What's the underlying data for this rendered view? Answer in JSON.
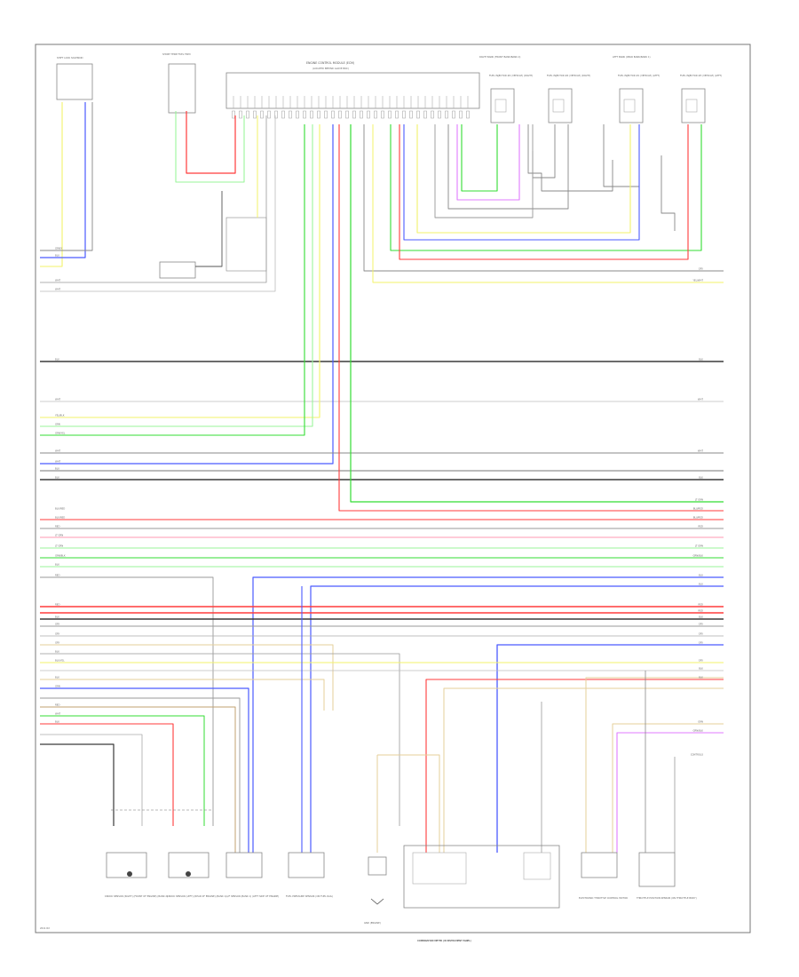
{
  "diagram": {
    "footer_id": "2011 RX",
    "colors": {
      "red": "#ff3b3b",
      "pink": "#ff9ab0",
      "green": "#33dd33",
      "lightgreen": "#9af59a",
      "blue": "#4b5bff",
      "yellow": "#f3f36a",
      "violet": "#e07bff",
      "gray": "#b4b4b4",
      "black": "#3a3a3a",
      "white": "#d6d6d6",
      "brown": "#c0a070",
      "tan": "#e6cf9a"
    },
    "headers": {
      "ecm_title": "ENGINE CONTROL MODULE (ECM)",
      "ecm_subtitle": "(LOCATED BEHIND GLOVE BOX)",
      "right_bank": "RIGHT BANK (FRONT BANK/BANK 2)",
      "left_bank": "LEFT BANK (REAR BANK/BANK 1)",
      "top_left_unit": "SHIFT LOCK SOLENOID",
      "top_left_unit2": "SHORT TERM FUEL TRIM"
    },
    "injectors": [
      {
        "label": "FUEL INJECTOR #2 (VEHICLE) (RIGHT)"
      },
      {
        "label": "FUEL INJECTOR #4 (VEHICLE) (RIGHT)"
      },
      {
        "label": "FUEL INJECTOR #1 (VEHICLE) (LEFT)"
      },
      {
        "label": "FUEL INJECTOR #3 (VEHICLE) (LEFT)"
      }
    ],
    "left_wire_labels": [
      "GRN/Y",
      "BLU",
      "WHT",
      "WHT",
      "BLK",
      "WHT",
      "YEL/BLK",
      "GRN",
      "GRN/YEL",
      "WHT",
      "WHT",
      "BLU",
      "BLK",
      "BLU/RED",
      "BLU/RED",
      "RED",
      "LT GRN",
      "LT GRN",
      "GRN/BLK",
      "BLK",
      "RED",
      "RED",
      "BLK",
      "GRY",
      "GRY",
      "GRY",
      "BLK",
      "BLU/YEL",
      "BLK",
      "GRN",
      "RED",
      "WHT",
      "BLK"
    ],
    "right_wire_labels": [
      "GRY",
      "YEL/WHT",
      "BLK",
      "WHT",
      "WHT",
      "BLK",
      "LT GRN",
      "BLU/RED",
      "BLU/RED",
      "RED",
      "LT GRN",
      "GRN/BLK",
      "BLU",
      "BLU",
      "RED",
      "RED",
      "BLK",
      "GRY",
      "GRY",
      "GRY",
      "GRY",
      "BLK",
      "BLK",
      "GRN",
      "GRN/BLK",
      "CONTROLS"
    ],
    "bottom_components": [
      {
        "label": "KNOCK SENSOR (RIGHT) (FRONT OF ENGINE) (BANK 2)"
      },
      {
        "label": "KNOCK SENSOR (LEFT) (REAR OF ENGINE) (BANK 1)"
      },
      {
        "label": "A/F SENSOR (BANK 1) (LEFT SIDE OF ENGINE)"
      },
      {
        "label": "FUEL PRESSURE SENSOR (ON FUEL RAIL)"
      },
      {
        "label": "GND (ENGINE)"
      },
      {
        "label": "COMBINATION METER (IN INSTRUMENT PANEL)"
      },
      {
        "label": "ELECTRONIC THROTTLE CONTROL MOTOR"
      },
      {
        "label": "THROTTLE POSITION SENSOR (ON THROTTLE BODY)"
      }
    ],
    "bottom_caption": "COMBINATION METER (IN INSTRUMENT PANEL)"
  }
}
